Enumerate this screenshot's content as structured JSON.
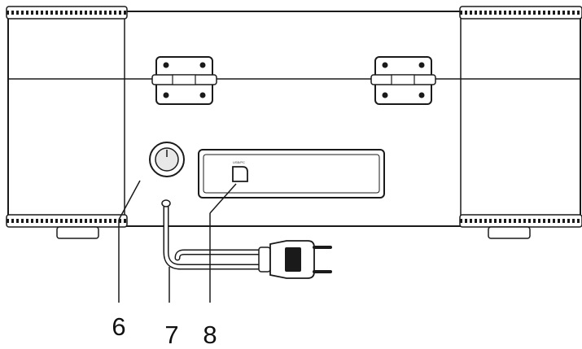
{
  "diagram": {
    "callouts": [
      {
        "id": "6",
        "label": "6"
      },
      {
        "id": "7",
        "label": "7"
      },
      {
        "id": "8",
        "label": "8"
      }
    ],
    "usb_port_text": "USB/PC",
    "colors": {
      "stroke": "#1a1a1a",
      "background": "#ffffff",
      "knob_fill": "#e8e8e8"
    }
  }
}
